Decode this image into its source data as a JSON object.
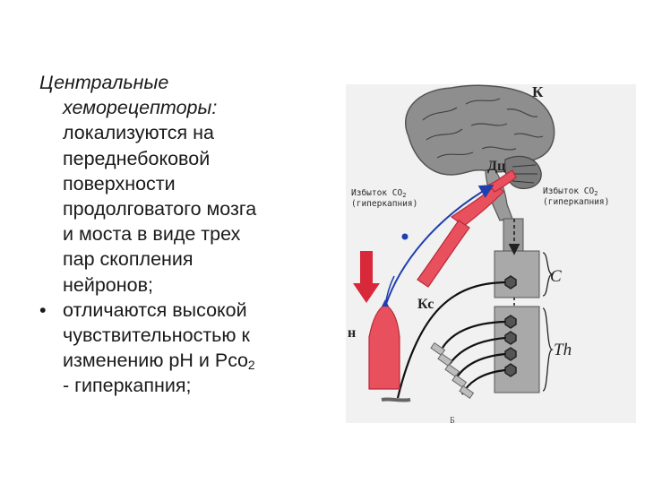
{
  "text": {
    "title_line1": "Центральные",
    "title_line2": "хеморецепторы:",
    "intro_lines": [
      "локализуются на",
      "переднебоковой",
      "поверхности",
      "продолговатого мозга",
      "и моста в виде трех",
      "пар скопления",
      "нейронов;"
    ],
    "bullet_symbol": "•",
    "bullet_lines": [
      "отличаются высокой",
      "чувствительностью к",
      "изменению pH и Pco"
    ],
    "bullet_subscript": "2",
    "bullet_last_line": "- гиперкапния;"
  },
  "figure": {
    "label_k": "К",
    "label_dc": "Дц",
    "label_ks": "Кс",
    "label_n": "н",
    "label_c": "С",
    "label_th": "Th",
    "label_b": "Б",
    "left_note_line1": "Избыток CO",
    "left_note_line2": "(гиперкапния)",
    "right_note_line1": "Избыток CO",
    "right_note_line2": "(гиперкапния)",
    "note_subscript": "2",
    "colors": {
      "brain": "#8e8e8e",
      "artery": "#e8505e",
      "nerve_blue": "#1f3fae",
      "cord": "#a9a9a9",
      "background": "#f1f1f1"
    }
  }
}
